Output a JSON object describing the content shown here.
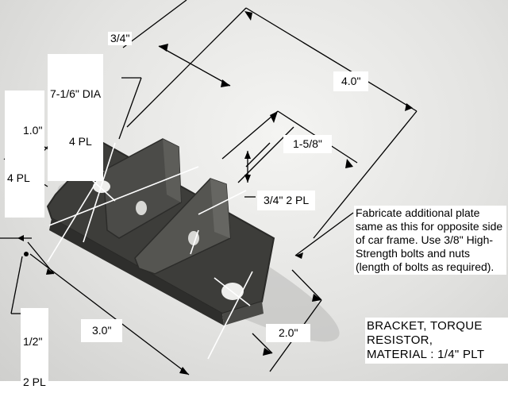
{
  "dims": {
    "top": "3/4\"",
    "dia_label": "7-1/6\" DIA",
    "dia_count": "4 PL",
    "left_dim": "1.0\"",
    "left_count": "4 PL",
    "length": "4.0\"",
    "gap": "1-5/8\"",
    "fin_height": "3/4\" 2 PL",
    "thickness_value": "1/2\"",
    "thickness_count": "2 PL",
    "base_length": "3.0\"",
    "width": "2.0\""
  },
  "note": "Fabricate additional plate same as this for opposite side of car frame.  Use 3/8\" High-Strength bolts and nuts (length of bolts as required).",
  "title_block": {
    "line1": "BRACKET, TORQUE",
    "line2": "RESISTOR,",
    "line3": "MATERIAL :  1/4\" PLT"
  },
  "colors": {
    "background": "#e3e3e1",
    "bracket": "#3b3b38",
    "bracket_light": "#6a6a66",
    "dimension_lines": "#000000",
    "annotation_lines": "#ffffff"
  }
}
